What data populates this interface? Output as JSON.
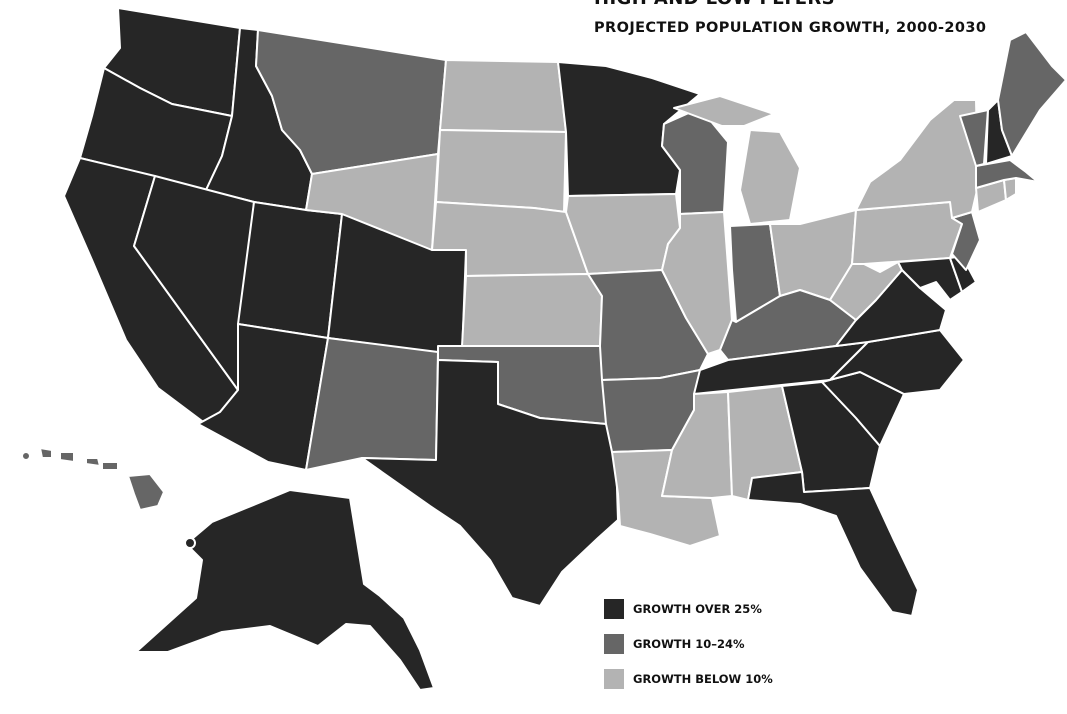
{
  "title": "HIGH AND LOW FLYERS",
  "subtitle": "PROJECTED POPULATION GROWTH, 2000-2030",
  "colors": {
    "high": "#262626",
    "mid": "#666666",
    "low": "#b3b3b3"
  },
  "legend": [
    {
      "key": "high",
      "label": "GROWTH OVER 25%"
    },
    {
      "key": "mid",
      "label": "GROWTH 10–24%"
    },
    {
      "key": "low",
      "label": "GROWTH BELOW 10%"
    }
  ],
  "states": [
    {
      "id": "WA",
      "c": "high"
    },
    {
      "id": "OR",
      "c": "high"
    },
    {
      "id": "CA",
      "c": "high"
    },
    {
      "id": "ID",
      "c": "high"
    },
    {
      "id": "NV",
      "c": "high"
    },
    {
      "id": "UT",
      "c": "high"
    },
    {
      "id": "AZ",
      "c": "high"
    },
    {
      "id": "CO",
      "c": "high"
    },
    {
      "id": "TX",
      "c": "high"
    },
    {
      "id": "MN",
      "c": "high"
    },
    {
      "id": "GA",
      "c": "high"
    },
    {
      "id": "SC",
      "c": "high"
    },
    {
      "id": "NC",
      "c": "high"
    },
    {
      "id": "TN",
      "c": "high"
    },
    {
      "id": "VA",
      "c": "high"
    },
    {
      "id": "FL",
      "c": "high"
    },
    {
      "id": "MD",
      "c": "high"
    },
    {
      "id": "DE",
      "c": "high"
    },
    {
      "id": "NH",
      "c": "high"
    },
    {
      "id": "AK",
      "c": "high"
    },
    {
      "id": "MT",
      "c": "mid"
    },
    {
      "id": "NM",
      "c": "mid"
    },
    {
      "id": "OK",
      "c": "mid"
    },
    {
      "id": "MO",
      "c": "mid"
    },
    {
      "id": "AR",
      "c": "mid"
    },
    {
      "id": "WI",
      "c": "mid"
    },
    {
      "id": "IN",
      "c": "mid"
    },
    {
      "id": "KY",
      "c": "mid"
    },
    {
      "id": "NJ",
      "c": "mid"
    },
    {
      "id": "VT",
      "c": "mid"
    },
    {
      "id": "ME",
      "c": "mid"
    },
    {
      "id": "MA",
      "c": "mid"
    },
    {
      "id": "HI",
      "c": "mid"
    },
    {
      "id": "WY",
      "c": "low"
    },
    {
      "id": "ND",
      "c": "low"
    },
    {
      "id": "SD",
      "c": "low"
    },
    {
      "id": "NE",
      "c": "low"
    },
    {
      "id": "KS",
      "c": "low"
    },
    {
      "id": "IA",
      "c": "low"
    },
    {
      "id": "IL",
      "c": "low"
    },
    {
      "id": "MI",
      "c": "low"
    },
    {
      "id": "OH",
      "c": "low"
    },
    {
      "id": "WV",
      "c": "low"
    },
    {
      "id": "PA",
      "c": "low"
    },
    {
      "id": "NY",
      "c": "low"
    },
    {
      "id": "CT",
      "c": "low"
    },
    {
      "id": "RI",
      "c": "low"
    },
    {
      "id": "MS",
      "c": "low"
    },
    {
      "id": "AL",
      "c": "low"
    },
    {
      "id": "LA",
      "c": "low"
    }
  ]
}
